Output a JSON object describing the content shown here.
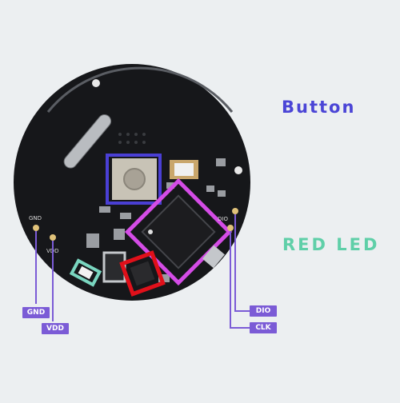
{
  "labels": {
    "button": "Button",
    "red_led": "RED LED"
  },
  "silkscreen": {
    "gnd": "GND",
    "vdd": "VDD",
    "dio": "DIO"
  },
  "pins": {
    "gnd": "GND",
    "vdd": "VDD",
    "dio": "DIO",
    "clk": "CLK"
  },
  "colors": {
    "background": "#eceff1",
    "board": "#16171a",
    "button_label": "#4b45d6",
    "led_label": "#5fcfa8",
    "button_box": "#4a3fd4",
    "chip_box": "#d44ce6",
    "led_box": "#7ad6c0",
    "red_box": "#e0101a",
    "pin_tag": "#7b5bd6",
    "leader_line": "#7b5bd6"
  }
}
